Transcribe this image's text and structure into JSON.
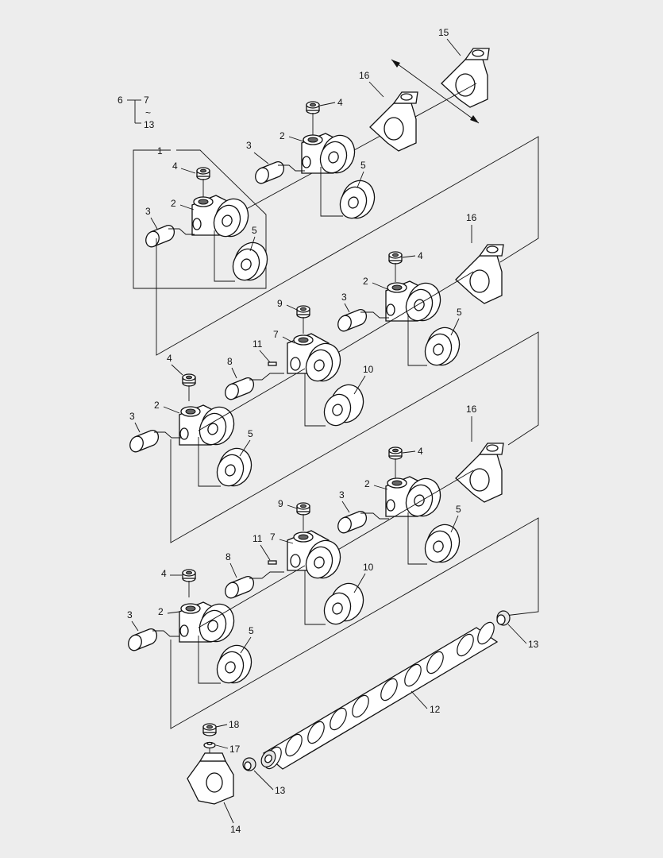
{
  "labels": {
    "p1": "1",
    "p2": "2",
    "p3": "3",
    "p4": "4",
    "p5": "5",
    "p6": "6",
    "p7": "7",
    "p8": "8",
    "p9": "9",
    "p10": "10",
    "p11": "11",
    "p12": "12",
    "p13": "13",
    "p14": "14",
    "p15": "15",
    "p16": "16",
    "p17": "17",
    "p18": "18"
  },
  "range_note": {
    "from": "7",
    "tilde": "~",
    "to": "13"
  }
}
